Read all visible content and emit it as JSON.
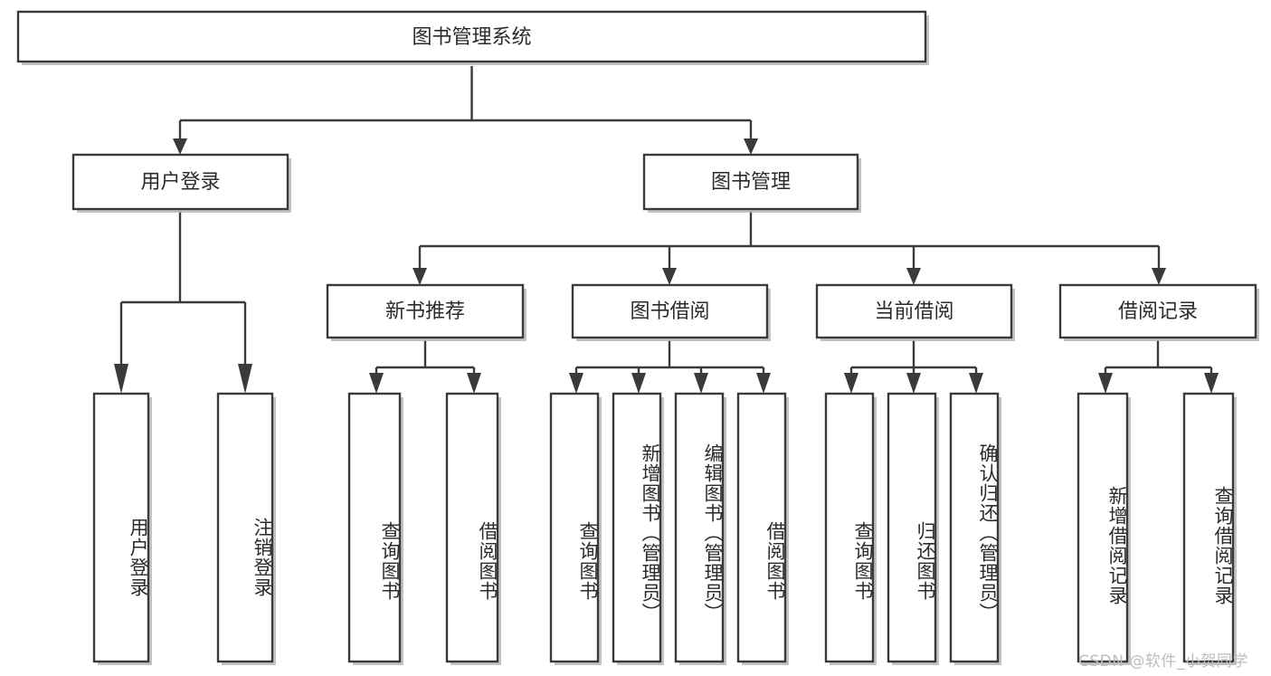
{
  "diagram": {
    "type": "tree",
    "orientation": "top-down",
    "title": "图书管理系统",
    "root": {
      "id": "root",
      "label": "图书管理系统"
    },
    "level2": [
      {
        "id": "user-login",
        "label": "用户登录"
      },
      {
        "id": "book-manage",
        "label": "图书管理"
      }
    ],
    "level3": [
      {
        "id": "new-book-recommend",
        "label": "新书推荐",
        "parent": "book-manage"
      },
      {
        "id": "book-borrow",
        "label": "图书借阅",
        "parent": "book-manage"
      },
      {
        "id": "current-borrow",
        "label": "当前借阅",
        "parent": "book-manage"
      },
      {
        "id": "borrow-record",
        "label": "借阅记录",
        "parent": "book-manage"
      }
    ],
    "leaves": {
      "user-login": [
        {
          "id": "leaf-user-login",
          "label": "用户登录"
        },
        {
          "id": "leaf-user-logout",
          "label": "注销登录"
        }
      ],
      "new-book-recommend": [
        {
          "id": "leaf-query-book-1",
          "label": "查询图书"
        },
        {
          "id": "leaf-borrow-book-1",
          "label": "借阅图书"
        }
      ],
      "book-borrow": [
        {
          "id": "leaf-query-book-2",
          "label": "查询图书"
        },
        {
          "id": "leaf-add-book",
          "label": "新增图书（管理员）"
        },
        {
          "id": "leaf-edit-book",
          "label": "编辑图书（管理员）"
        },
        {
          "id": "leaf-borrow-book-2",
          "label": "借阅图书"
        }
      ],
      "current-borrow": [
        {
          "id": "leaf-query-book-3",
          "label": "查询图书"
        },
        {
          "id": "leaf-return-book",
          "label": "归还图书"
        },
        {
          "id": "leaf-confirm-return",
          "label": "确认归还（管理员）"
        }
      ],
      "borrow-record": [
        {
          "id": "leaf-add-record",
          "label": "新增借阅记录"
        },
        {
          "id": "leaf-query-record",
          "label": "查询借阅记录"
        }
      ]
    }
  },
  "watermark": {
    "text": "CSDN @软件_小贺同学"
  },
  "colors": {
    "background": "#ffffff",
    "box_border": "#3a3a3a",
    "box_fill": "#ffffff",
    "connector": "#3a3a3a",
    "text": "#2b2b2b",
    "watermark": "#bdbdbd"
  }
}
